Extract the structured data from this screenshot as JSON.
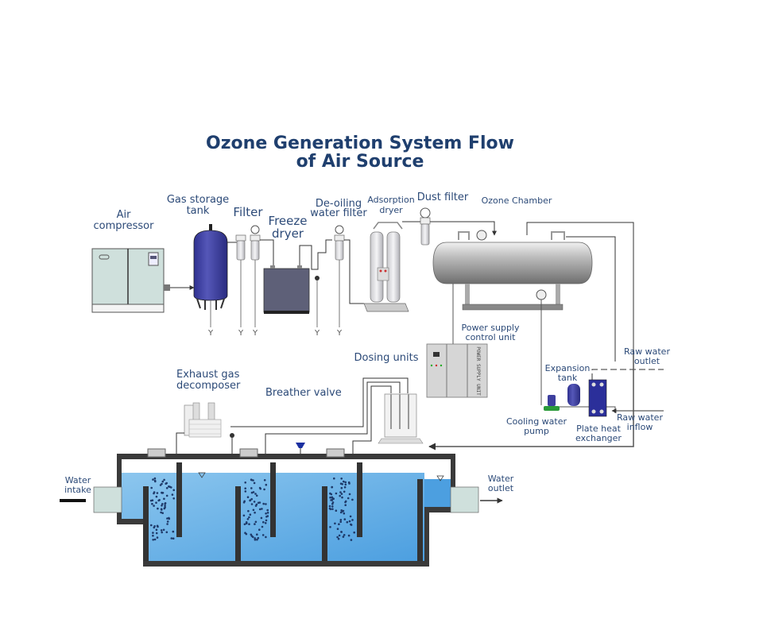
{
  "title": {
    "line1": "Ozone Generation System Flow",
    "line2": "of Air Source"
  },
  "components": {
    "air_compressor": [
      "Air",
      "compressor"
    ],
    "gas_storage_tank": [
      "Gas storage",
      "tank"
    ],
    "filter": "Filter",
    "freeze_dryer": [
      "Freeze",
      "dryer"
    ],
    "de_oiling_water_filter": [
      "De-oiling",
      "water filter"
    ],
    "adsorption_dryer": [
      "Adsorption",
      "dryer"
    ],
    "dust_filter": "Dust filter",
    "ozone_chamber": "Ozone Chamber",
    "power_supply_control_unit": [
      "Power supply",
      "control unit"
    ],
    "power_supply_panel_text": "POWER SUPPLY UNIT",
    "raw_water_outlet": [
      "Raw water",
      "outlet"
    ],
    "expansion_tank": [
      "Expansion",
      "tank"
    ],
    "cooling_water_pump": [
      "Cooling water",
      "pump"
    ],
    "plate_heat_exchanger": [
      "Plate heat",
      "exchanger"
    ],
    "raw_water_inflow": [
      "Raw water",
      "inflow"
    ],
    "dosing_units": "Dosing units",
    "exhaust_gas_decomposer": [
      "Exhaust gas",
      "decomposer"
    ],
    "breather_valve": "Breather valve",
    "water_intake": [
      "Water",
      "intake"
    ],
    "water_outlet": [
      "Water",
      "outlet"
    ]
  },
  "drain_symbol": "Y",
  "colors": {
    "title": "#1f3f6e",
    "label": "#2c4a78",
    "tank_blue": "#3d3f9e",
    "water": "#5aaae6",
    "tank_wall": "#3a3a3a",
    "pipe": "#555555"
  }
}
